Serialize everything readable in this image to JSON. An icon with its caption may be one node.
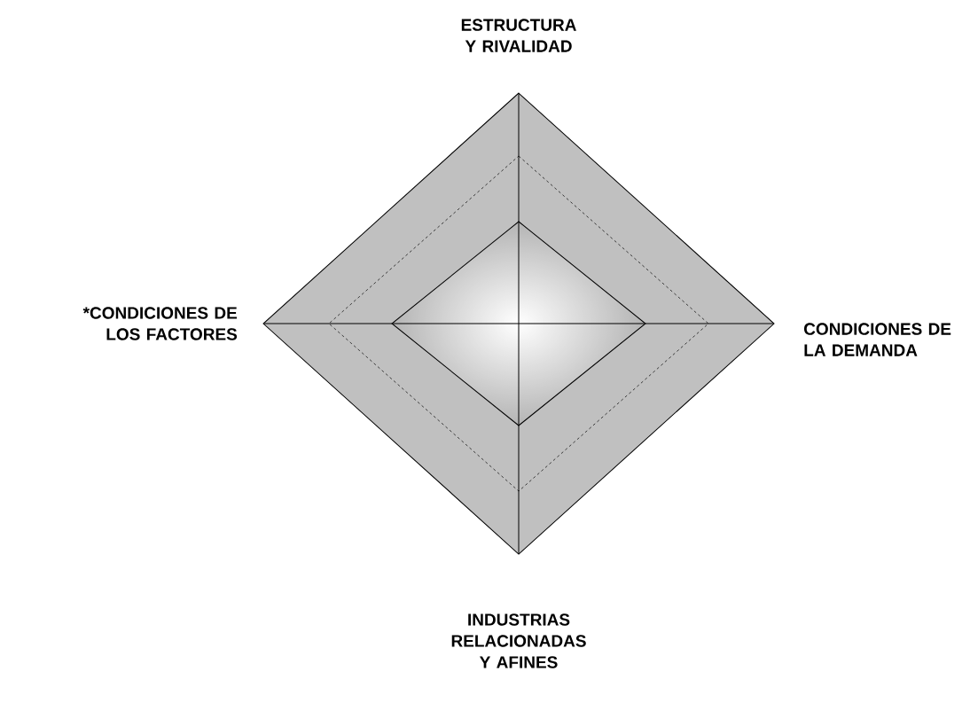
{
  "diagram": {
    "labels": [
      "ESTRUCTURA Y RIVALIDAD",
      "*CONDICIONES DE LOS FACTORES",
      "CONDICIONES DE LA DEMANDA",
      "INDUSTRIAS RELACIONADAS Y AFINES"
    ]
  }
}
